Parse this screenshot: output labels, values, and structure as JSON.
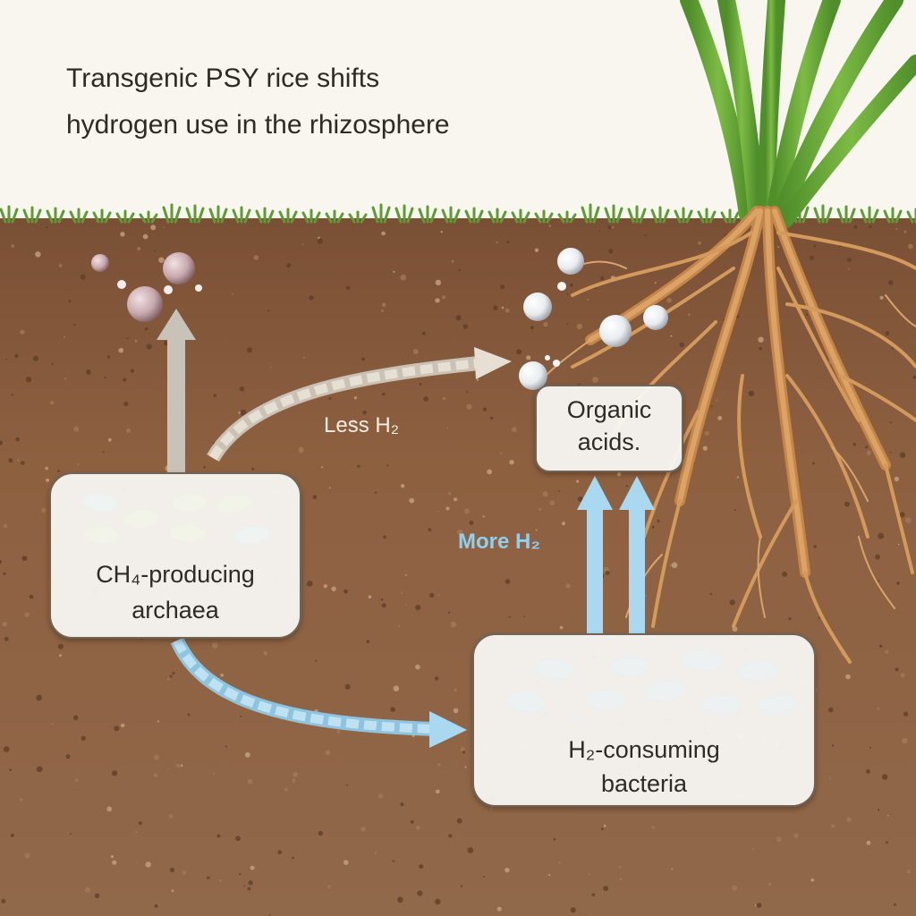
{
  "title": {
    "line1": "Transgenic PSY rice shifts",
    "line2": "hydrogen use in the rhizosphere"
  },
  "nodes": {
    "archaea": {
      "line1": "CH₄-producing",
      "line2": "archaea"
    },
    "bacteria": {
      "line1": "H₂-consuming",
      "line2": "bacteria"
    },
    "organic_acids": {
      "line1": "Organic",
      "line2": "acids."
    }
  },
  "flows": {
    "less_h2": "Less H₂",
    "more_h2": "More H₂"
  },
  "colors": {
    "soil": "#8d6040",
    "grass": "#5e9a36",
    "roots": "#d49a5c",
    "archaea_microbes": "#8cc43f",
    "bacteria_microbes": "#3f8ed2",
    "less_h2_arrow": "#e2dbd0",
    "more_h2_arrow": "#a9d8f0",
    "more_h2_label": "#8fd0ef",
    "less_h2_label": "#f4ede2"
  },
  "icons": [
    "methane-bubble-icon",
    "hydrogen-bubble-icon",
    "microbe-icon",
    "rice-plant-icon",
    "root-system-icon"
  ]
}
